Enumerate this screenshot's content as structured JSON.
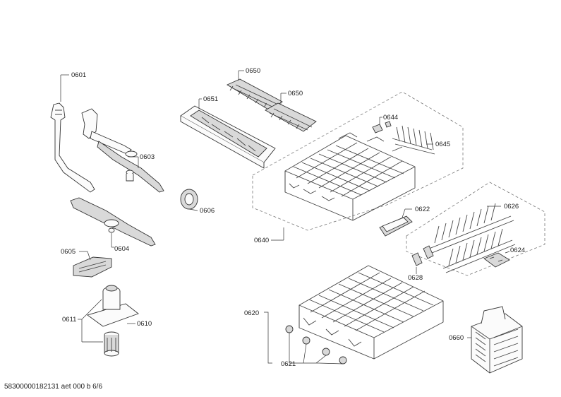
{
  "footer_text": "58300000182131 aet 000 b 6/6",
  "parts": {
    "p0601": "0601",
    "p0603": "0603",
    "p0604": "0604",
    "p0605": "0605",
    "p0606": "0606",
    "p0610": "0610",
    "p0611": "0611",
    "p0650a": "0650",
    "p0650b": "0650",
    "p0651": "0651",
    "p0640": "0640",
    "p0644": "0644",
    "p0645": "0645",
    "p0622": "0622",
    "p0626": "0626",
    "p0624": "0624",
    "p0628": "0628",
    "p0620": "0620",
    "p0621": "0621",
    "p0660": "0660"
  }
}
